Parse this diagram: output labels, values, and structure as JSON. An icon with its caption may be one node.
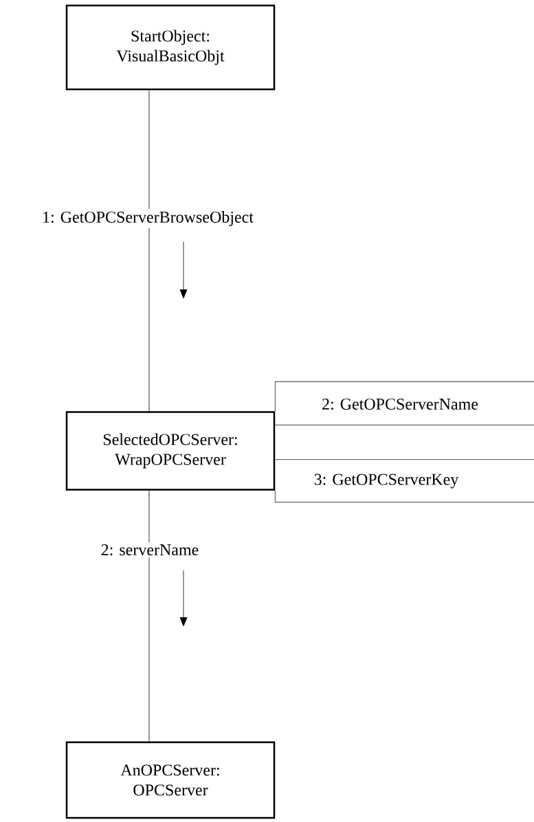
{
  "diagram": {
    "nodes": [
      {
        "text": [
          "StartObject: VisualBasicObjt"
        ]
      },
      {
        "text": [
          "SelectedOPCServer: WrapOPCServer"
        ]
      },
      {
        "text": [
          "AnOPCServer: OPCServer"
        ]
      }
    ],
    "edges": [
      {
        "from": 0,
        "to": 1,
        "arrow": "none",
        "label": "1: GetOPCServerBrowseObject"
      },
      {
        "from": 1,
        "to": 2,
        "arrow": "none",
        "label": "2: serverName"
      },
      {
        "from": 1,
        "to": null,
        "arrow": "none"
      },
      {
        "from": 1,
        "to": null,
        "arrow": "none",
        "label": "2: GetOPCServerName"
      },
      {
        "from": 1,
        "to": null,
        "arrow": "none",
        "label": "3: GetOPCServerKey"
      },
      {
        "from": 1,
        "to": null,
        "arrow": "none"
      }
    ]
  }
}
